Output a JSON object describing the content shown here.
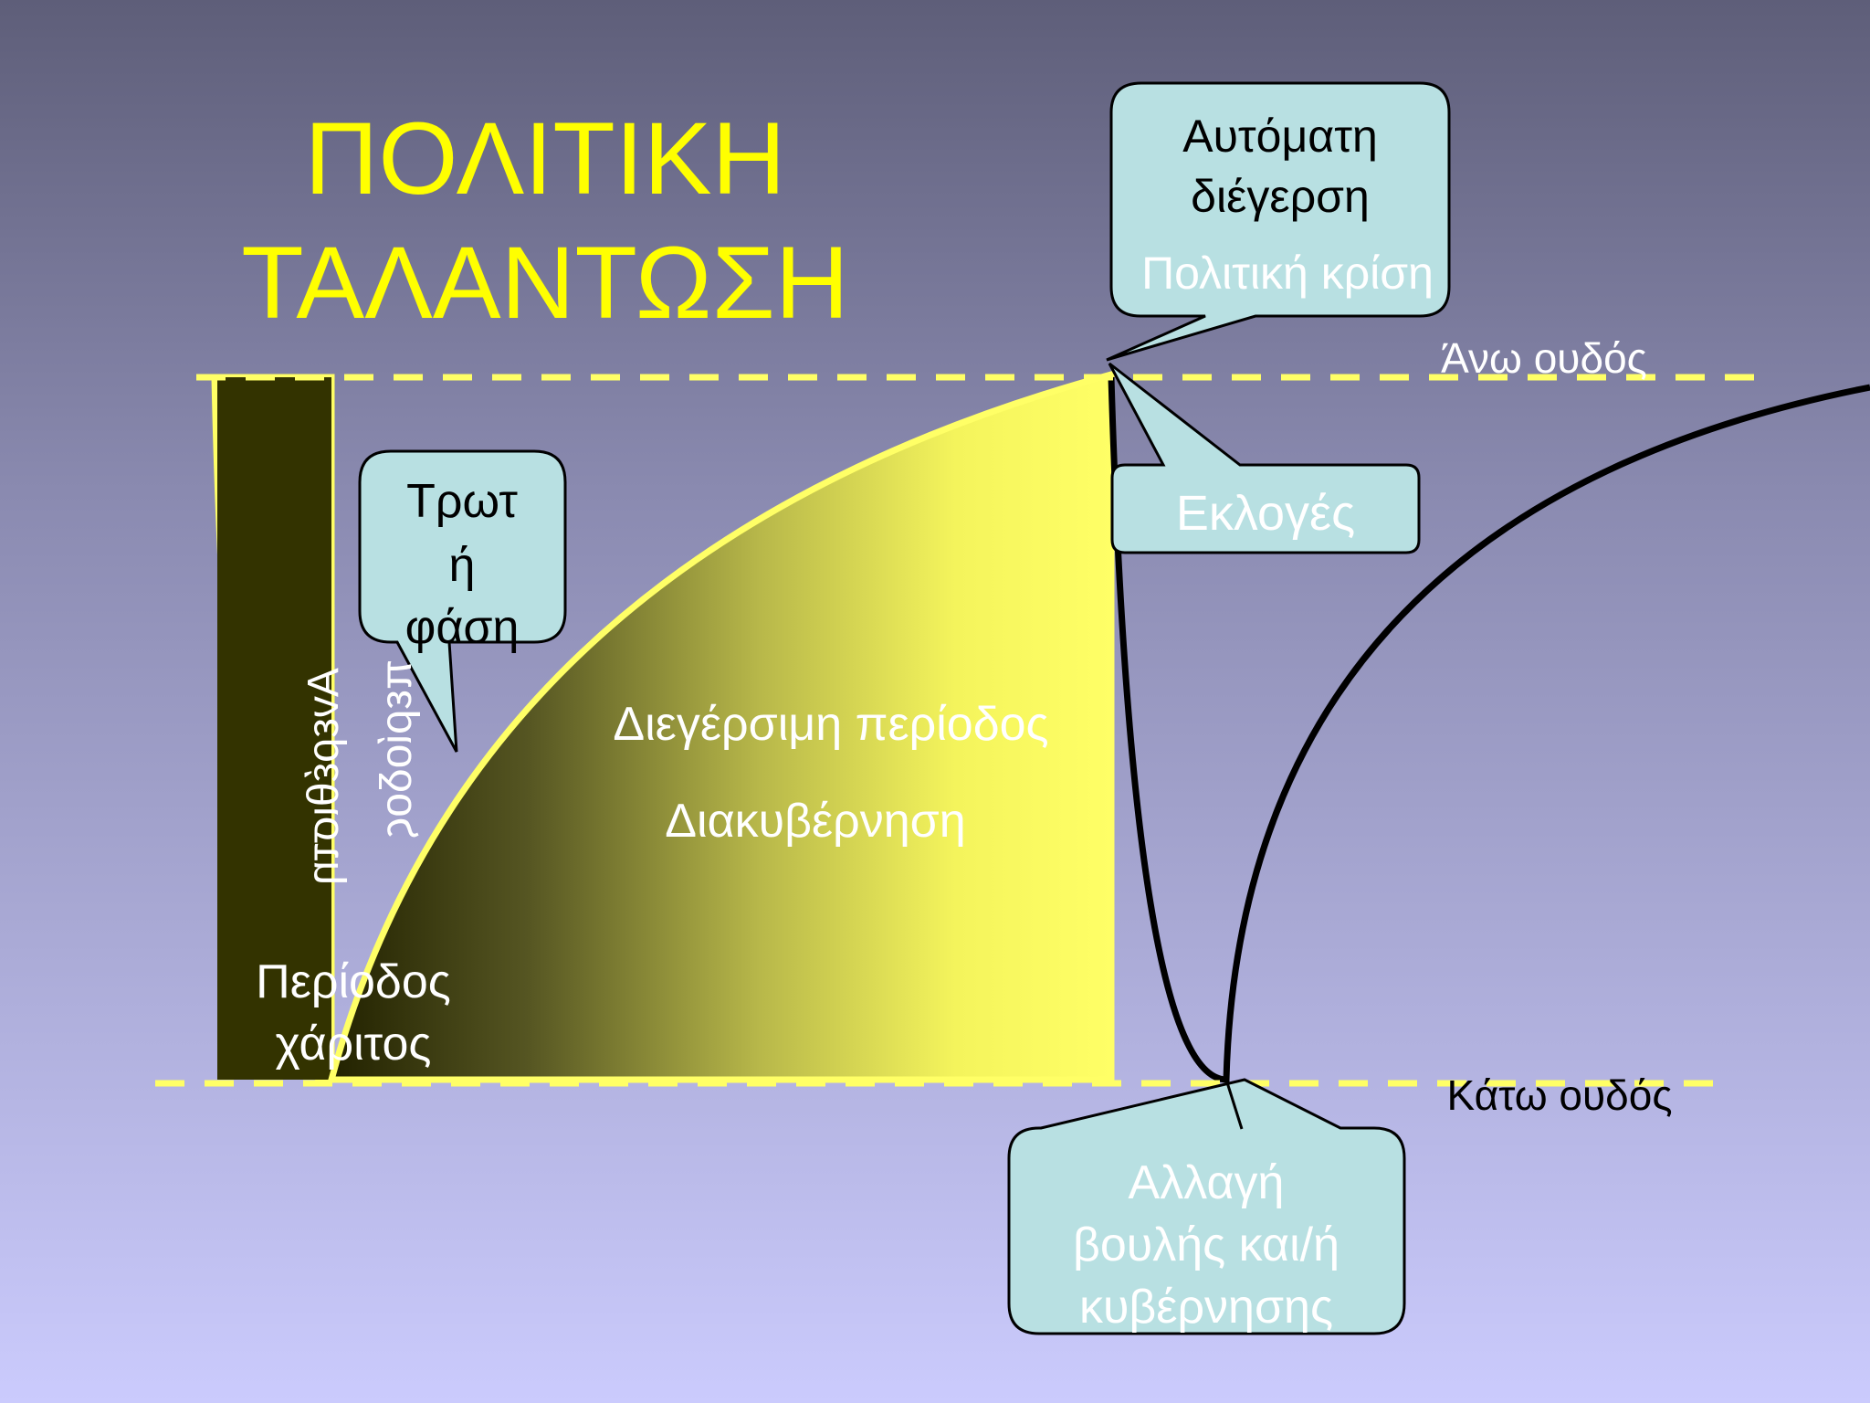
{
  "title": {
    "line1": "ΠΟΛΙΤΙΚΗ",
    "line2": "ΤΑΛΑΝΤΩΣΗ"
  },
  "thresholds": {
    "upper": "Άνω ουδός",
    "lower": "Κάτω ουδός"
  },
  "callouts": {
    "auto_excitation": {
      "line1": "Αυτόματη",
      "line2": "διέγερση"
    },
    "elections": "Εκλογές",
    "vulnerable": {
      "line1": "Τρωτ",
      "line2": "ή",
      "line3": "φάση"
    },
    "change": {
      "line1": "Αλλαγή",
      "line2": "βουλής και/ή",
      "line3": "κυβέρνησης"
    }
  },
  "labels": {
    "political_crisis": "Πολιτική κρίση",
    "excitable_period": "Διεγέρσιμη περίοδος",
    "governance": "Διακυβέρνηση",
    "grace_period": {
      "line1": "Περίοδος",
      "line2": "χάριτος"
    },
    "refractory": {
      "line1": "Ανερέθιστη",
      "line2": "περίοδος"
    }
  },
  "colors": {
    "title": "#ffff00",
    "threshold_line": "#ffff66",
    "callout_fill": "#b8e0e2",
    "dark_fill": "#333300"
  }
}
